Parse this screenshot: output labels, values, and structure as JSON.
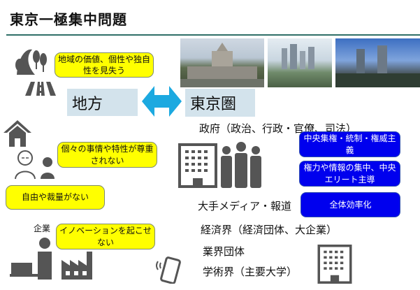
{
  "title": "東京一極集中問題",
  "regions": {
    "local": "地方",
    "tokyo": "東京圏"
  },
  "local_issues": [
    "地域の価値、個性や独自性を見失う",
    "個々の事情や特性が尊重されない",
    "自由や裁量がない",
    "イノベーションを起こせない"
  ],
  "company_label": "企業",
  "tokyo_actors": {
    "government": "政府（政治、行政・官僚、司法）",
    "media": "大手メディア・報道",
    "business": "経済界（経済団体、大企業）",
    "industry": "業界団体",
    "academia": "学術界（主要大学）"
  },
  "tokyo_traits": [
    "中央集権・統制・権威主義",
    "権力や情報の集中、中央エリート主導",
    "全体効率化"
  ],
  "colors": {
    "accent_line": "#2f6f68",
    "yellow": "#ffff00",
    "blue": "#0000ee",
    "arrow": "#1ca9e0",
    "region_bg": "#d3e3ec",
    "icon": "#555555"
  }
}
